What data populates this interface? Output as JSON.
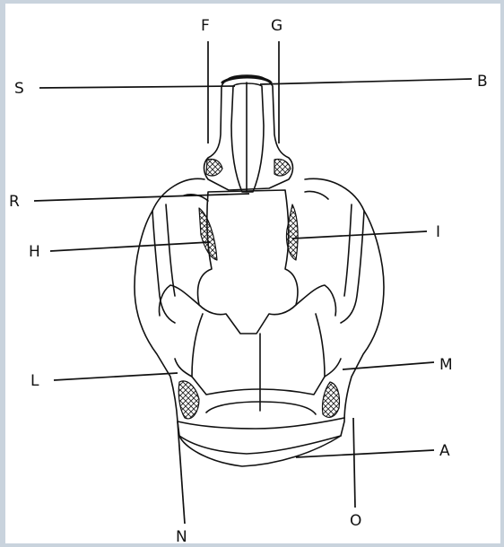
{
  "diagram": {
    "labels": {
      "F": "F",
      "G": "G",
      "S": "S",
      "B": "B",
      "R": "R",
      "I": "I",
      "H": "H",
      "L": "L",
      "M": "M",
      "A": "A",
      "N": "N",
      "O": "O"
    }
  }
}
